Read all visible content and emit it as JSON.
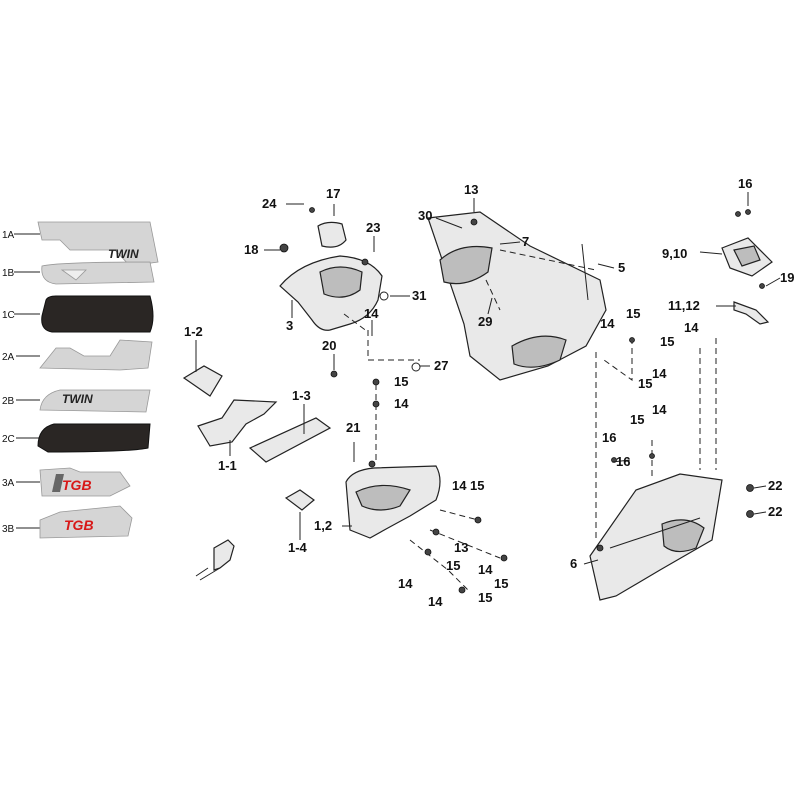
{
  "decals": [
    {
      "label": "1A",
      "text": "TWIN"
    },
    {
      "label": "1B",
      "text": ""
    },
    {
      "label": "1C",
      "text": ""
    },
    {
      "label": "2A",
      "text": ""
    },
    {
      "label": "2B",
      "text": "TWIN"
    },
    {
      "label": "2C",
      "text": ""
    },
    {
      "label": "3A",
      "text": "TGB"
    },
    {
      "label": "3B",
      "text": "TGB"
    }
  ],
  "callouts": {
    "c24": "24",
    "c17": "17",
    "c23": "23",
    "c18": "18",
    "c3": "3",
    "c31": "31",
    "c14a": "14",
    "c20": "20",
    "c27": "27",
    "c12": "1-2",
    "c13b": "1-3",
    "c11": "1-1",
    "c15a": "15",
    "c14b": "14",
    "c21": "21",
    "c14c": "14",
    "c15b": "15",
    "c1_2": "1,2",
    "c14_": "1-4",
    "c13c": "13",
    "c15c": "15",
    "c14d": "14",
    "c15d": "15",
    "c14e": "14",
    "c14f": "14",
    "c15e": "15",
    "c13": "13",
    "c30": "30",
    "c7": "7",
    "c5": "5",
    "c29": "29",
    "c16a": "16",
    "c910": "9,10",
    "c19": "19",
    "c1112": "11,12",
    "c15f": "15",
    "c14g": "14",
    "c14h": "14",
    "c15g": "15",
    "c15h": "15",
    "c14i": "14",
    "c15i": "15",
    "c16b": "16",
    "c16c": "16",
    "c14j": "14",
    "c22a": "22",
    "c22b": "22",
    "c6": "6"
  }
}
